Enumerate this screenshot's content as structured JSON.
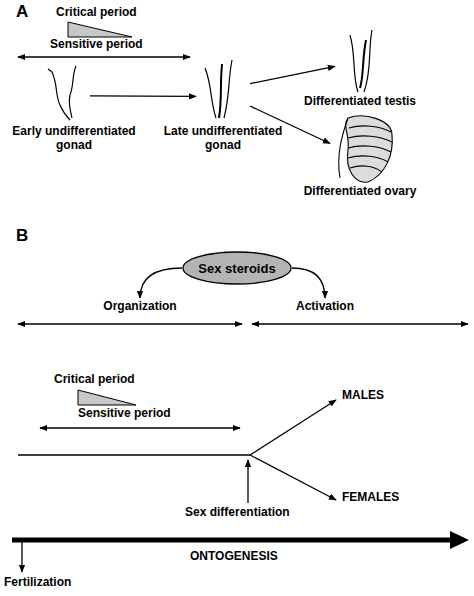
{
  "diagram": {
    "nodes": [
      {
        "text": [
          "Early undifferentiated gonad"
        ]
      },
      {
        "text": [
          "Late undifferentiated gonad"
        ]
      },
      {
        "text": [
          "Differentiated testis"
        ]
      },
      {
        "text": [
          "Differentiated ovary"
        ]
      },
      {
        "text": [
          "Sex steroids"
        ]
      },
      {
        "text": [
          "Organization"
        ]
      },
      {
        "text": [
          "Activation"
        ]
      }
    ],
    "edges": [
      {
        "from": 0,
        "to": 1,
        "arrow": "to"
      },
      {
        "from": 1,
        "to": 2,
        "arrow": "to"
      },
      {
        "from": 1,
        "to": 3,
        "arrow": "to"
      },
      {
        "from": 4,
        "to": 5,
        "arrow": "to"
      },
      {
        "from": 4,
        "to": 6,
        "arrow": "to"
      }
    ],
    "labels": [
      "A",
      "Critical period",
      "Sensitive period",
      "B",
      "Critical period",
      "Sensitive period",
      "MALES",
      "FEMALES",
      "Sex differentiation",
      "ONTOGENESIS",
      "Fertilization"
    ]
  }
}
